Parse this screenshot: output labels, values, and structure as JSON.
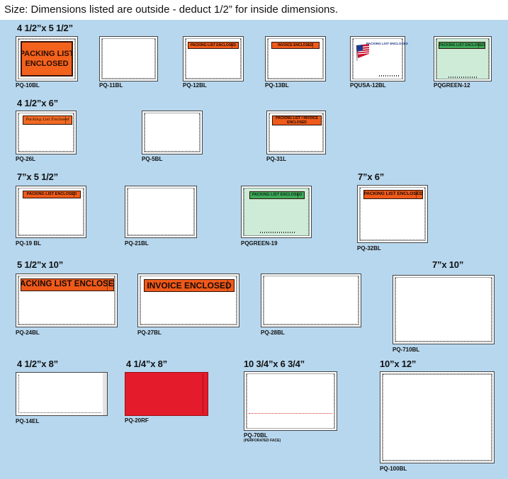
{
  "header": {
    "text": "Size:  Dimensions listed are outside - deduct 1/2” for inside dimensions."
  },
  "sections": {
    "s1": {
      "label": "4 1/2”x 5 1/2”"
    },
    "s2": {
      "label": "4 1/2”x 6”"
    },
    "s3": {
      "label": "7”x 5 1/2”"
    },
    "s4": {
      "label": "7”x 6”"
    },
    "s5": {
      "label": "5 1/2”x 10”"
    },
    "s6": {
      "label": "7”x 10”"
    },
    "s7": {
      "label": "4 1/2”x 8”"
    },
    "s8": {
      "label": "4 1/4”x 8”"
    },
    "s9": {
      "label": "10 3/4”x 6 3/4”"
    },
    "s10": {
      "label": "10”x 12”"
    }
  },
  "products": {
    "pq10bl": {
      "code": "PQ-10BL",
      "badge_line1": "PACKING LIST",
      "badge_line2": "ENCLOSED"
    },
    "pq11bl": {
      "code": "PQ-11BL"
    },
    "pq12bl": {
      "code": "PQ-12BL",
      "badge": "PACKING LIST ENCLOSED"
    },
    "pq13bl": {
      "code": "PQ-13BL",
      "badge": "INVOICE ENCLOSED"
    },
    "pqusa12bl": {
      "code": "PQUSA-12BL",
      "badge": "PACKING LIST ENCLOSED"
    },
    "pqgreen12": {
      "code": "PQGREEN-12",
      "badge": "PACKING LIST ENCLOSED"
    },
    "pq26l": {
      "code": "PQ-26L",
      "badge": "Packing List Enclosed"
    },
    "pq5bl": {
      "code": "PQ-5BL"
    },
    "pq31l": {
      "code": "PQ-31L",
      "badge_line1": "PACKING LIST / INVOICE",
      "badge_line2": "ENCLOSED"
    },
    "pq19bl": {
      "code": "PQ-19 BL",
      "badge": "PACKING LIST ENCLOSED"
    },
    "pq21bl": {
      "code": "PQ-21BL"
    },
    "pqgreen19": {
      "code": "PQGREEN-19",
      "badge": "PACKING LIST ENCLOSED"
    },
    "pq32bl": {
      "code": "PQ-32BL",
      "badge": "PACKING LIST ENCLOSED"
    },
    "pq24bl": {
      "code": "PQ-24BL",
      "badge": "PACKING LIST ENCLOSED"
    },
    "pq27bl": {
      "code": "PQ-27BL",
      "badge": "INVOICE ENCLOSED"
    },
    "pq28bl": {
      "code": "PQ-28BL"
    },
    "pq710bl": {
      "code": "PQ-710BL"
    },
    "pq14el": {
      "code": "PQ-14EL"
    },
    "pq20rf": {
      "code": "PQ-20RF"
    },
    "pq70bl": {
      "code": "PQ-70BL",
      "note": "(PERFORATED FACE)"
    },
    "pq100bl": {
      "code": "PQ-100BL"
    }
  },
  "colors": {
    "panel": "#b7d7ee",
    "orange_label": "#ef5a1b",
    "green_label": "#3ea85a",
    "green_envelope": "#cdebd7",
    "red_envelope": "#e31b2a"
  },
  "icons": {
    "flag": "us-flag-icon"
  }
}
